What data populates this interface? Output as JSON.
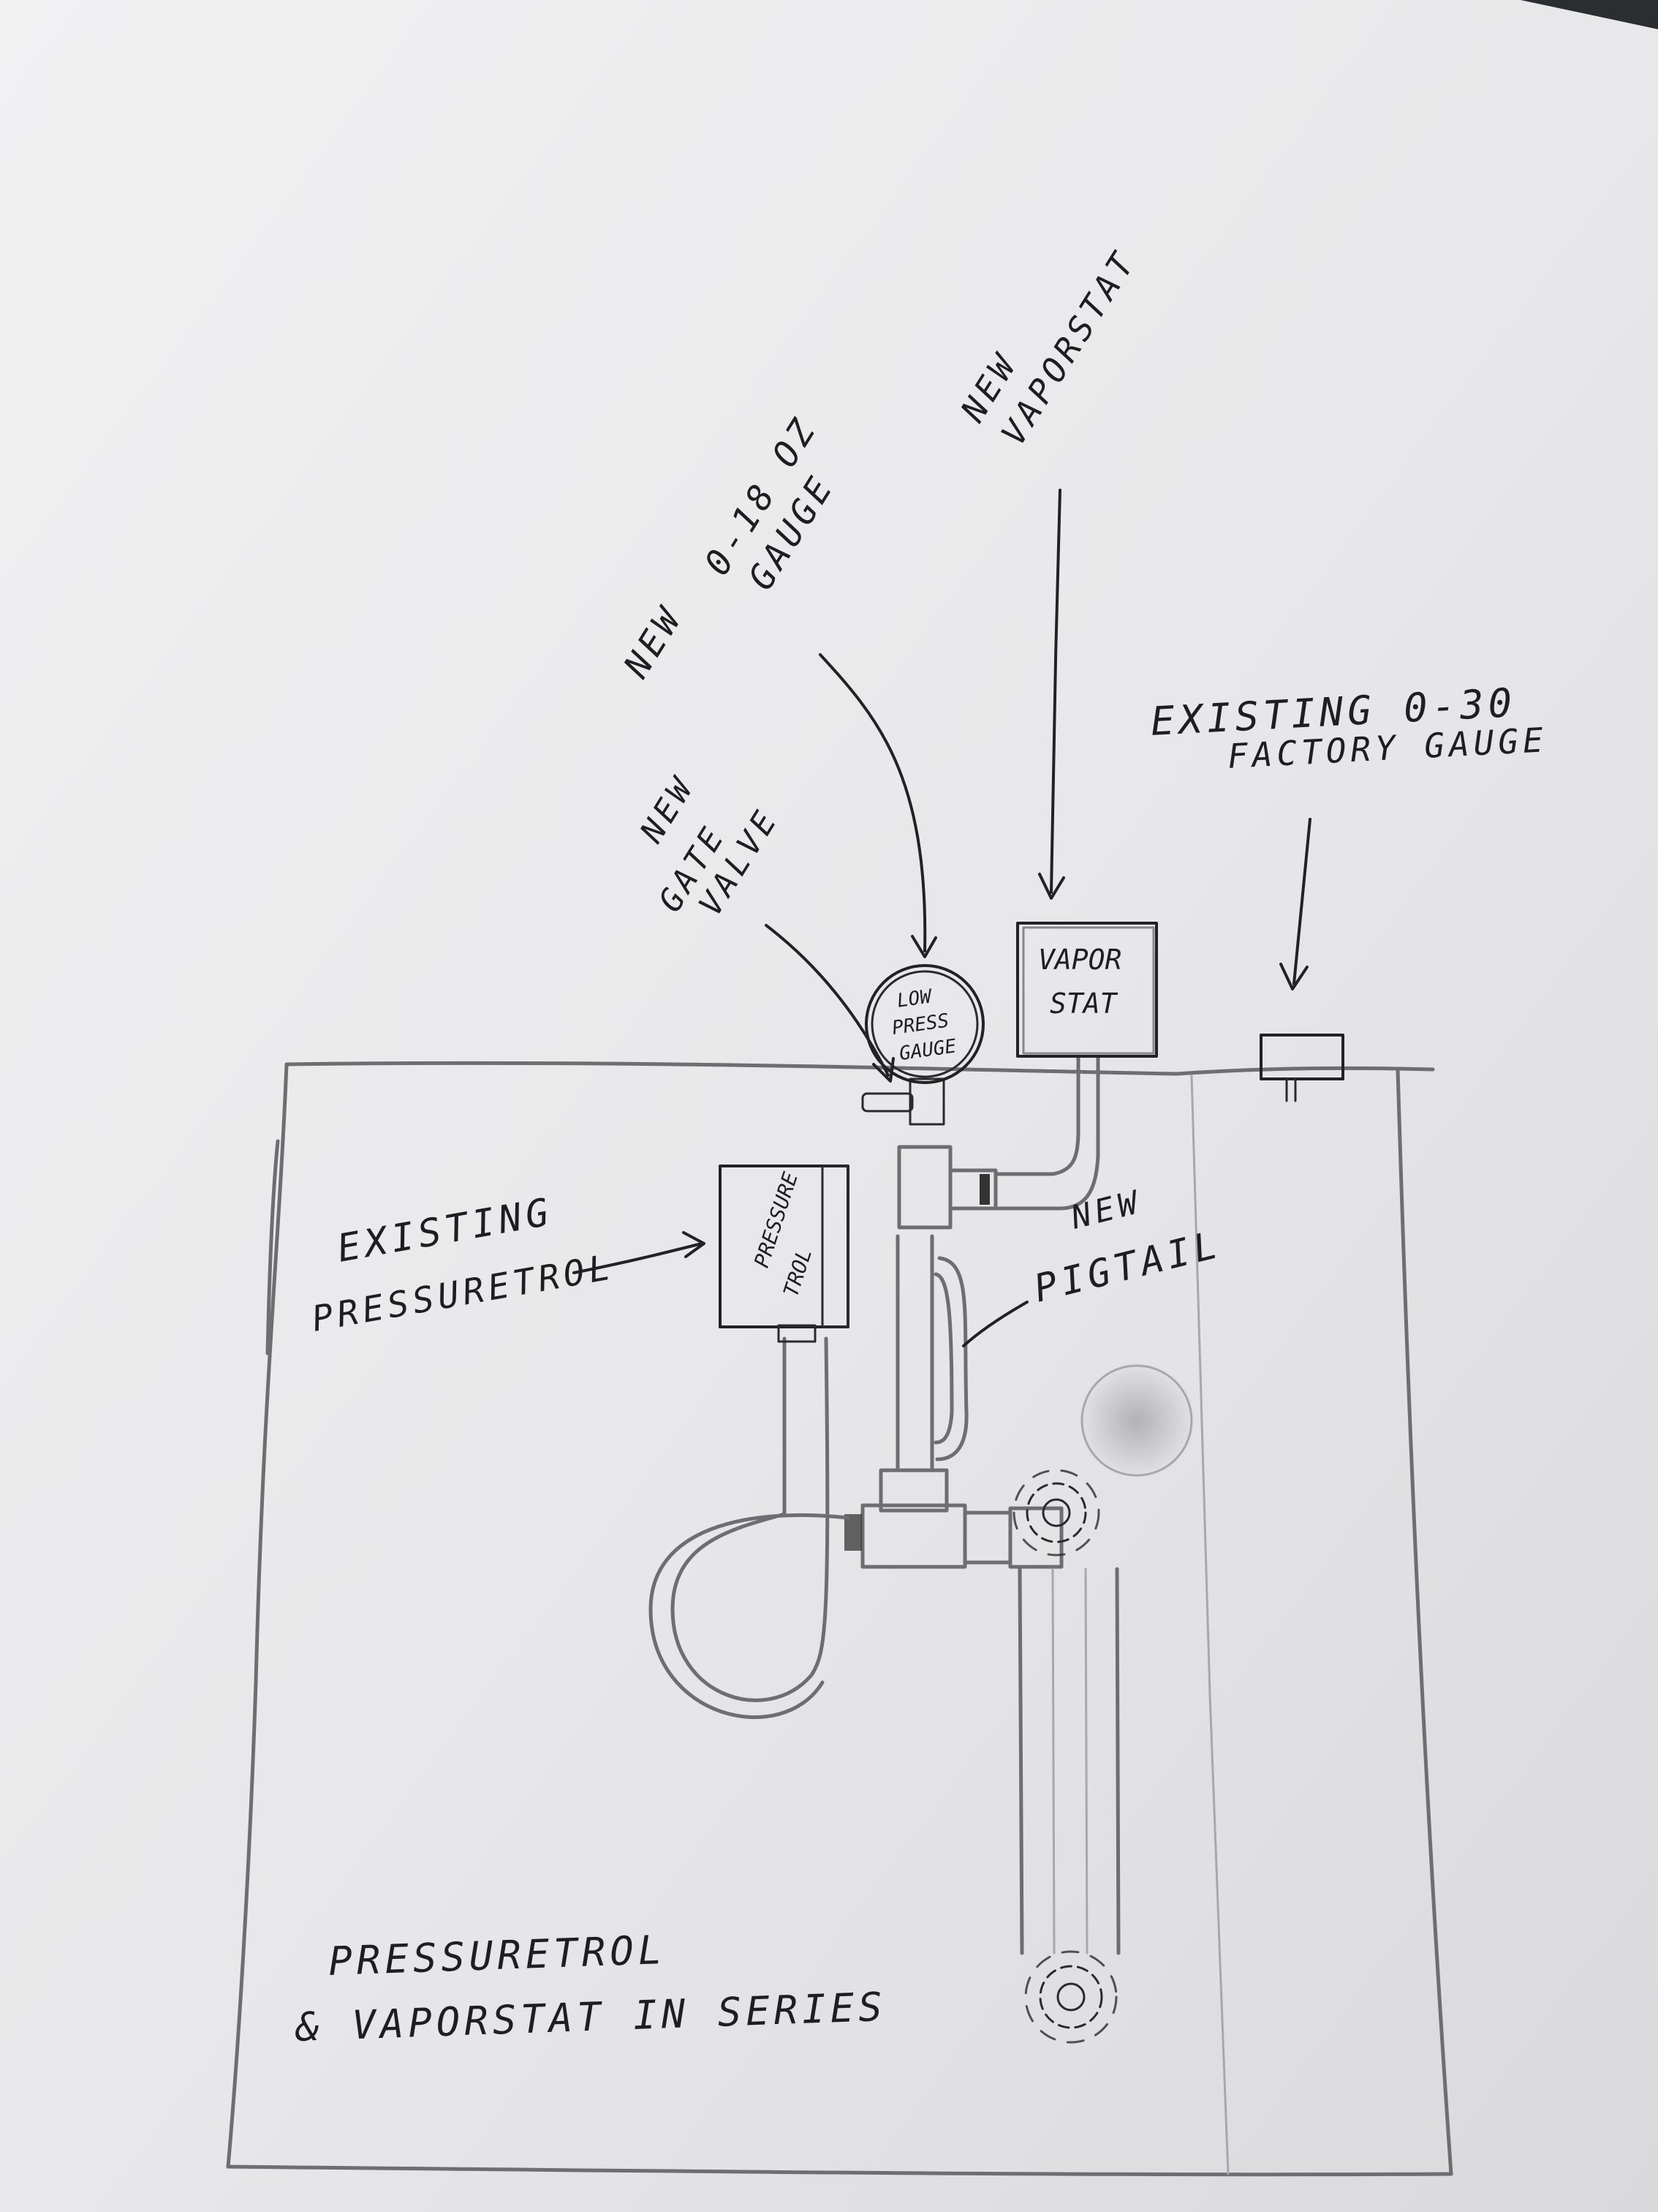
{
  "labels": {
    "new_vaporstat": [
      "NEW",
      "VAPORSTAT"
    ],
    "new_gauge": [
      "NEW",
      "0-18 OZ",
      "GAUGE"
    ],
    "existing_factory_gauge": [
      "EXISTING 0-30",
      "FACTORY GAUGE"
    ],
    "new_gate_valve": [
      "NEW",
      "GATE",
      "VALVE"
    ],
    "existing_pressuretrol": [
      "EXISTING",
      "PRESSURETROL"
    ],
    "new_pigtail": [
      "NEW",
      "PIGTAIL"
    ],
    "caption": [
      "PRESSURETROL",
      "& VAPORSTAT IN SERIES"
    ]
  },
  "components": {
    "low_press_gauge": [
      "LOW",
      "PRESS",
      "GAUGE"
    ],
    "vaporstat_box": [
      "VAPOR",
      "STAT"
    ],
    "pressuretrol_box": [
      "PRESSURE",
      "TROL"
    ]
  },
  "colors": {
    "paper": "#ebebec",
    "ink": "#222226",
    "pencil": "#6d6d72",
    "background": "#23272a"
  }
}
